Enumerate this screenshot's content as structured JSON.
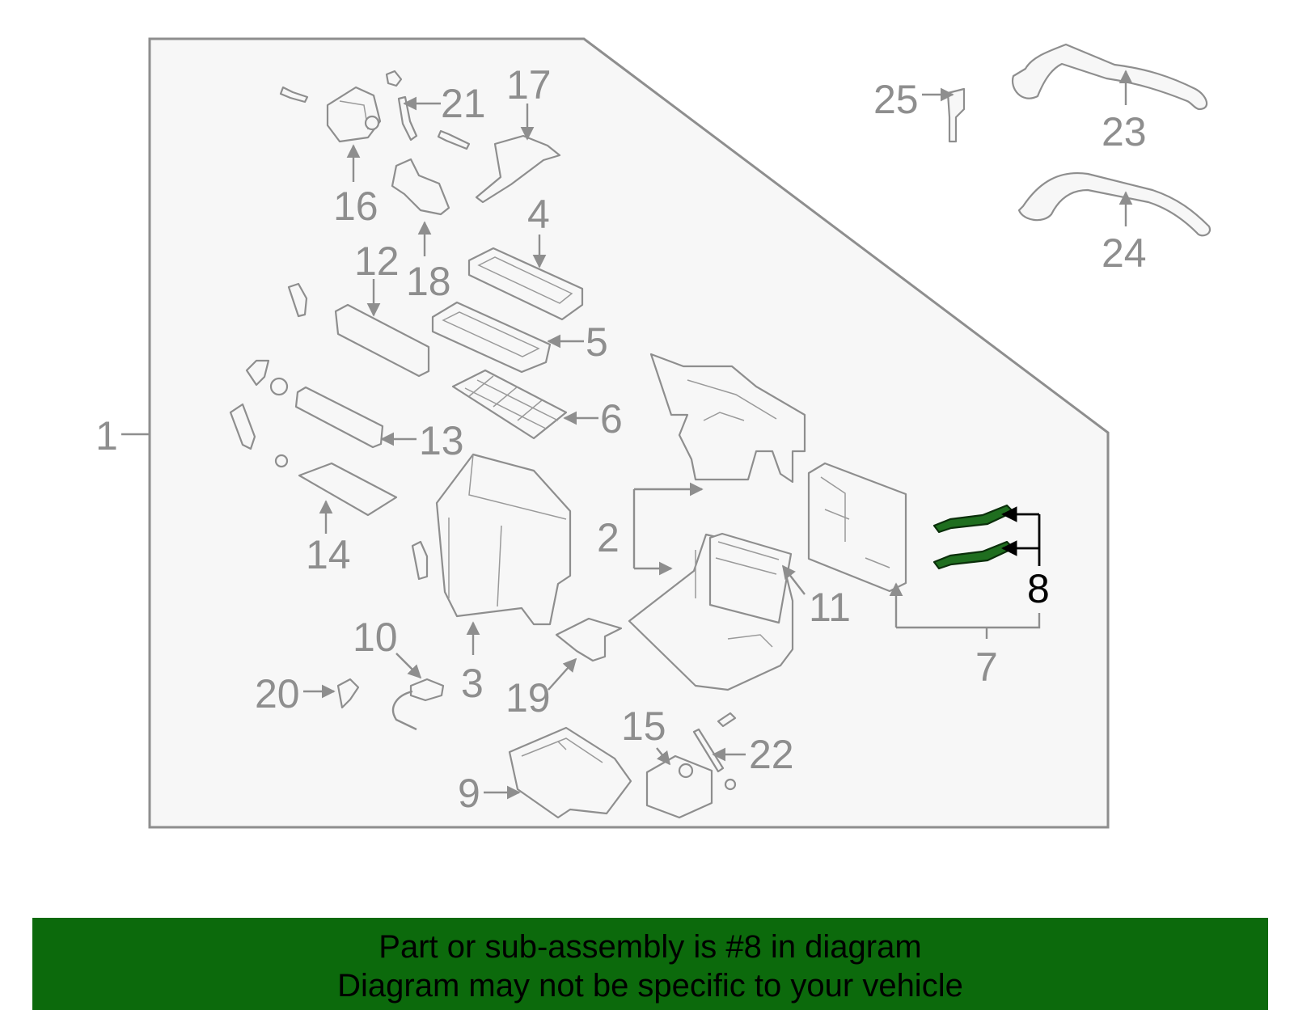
{
  "callouts": {
    "c1": "1",
    "c2": "2",
    "c3": "3",
    "c4": "4",
    "c5": "5",
    "c6": "6",
    "c7": "7",
    "c8": "8",
    "c9": "9",
    "c10": "10",
    "c11": "11",
    "c12": "12",
    "c13": "13",
    "c14": "14",
    "c15": "15",
    "c16": "16",
    "c17": "17",
    "c18": "18",
    "c19": "19",
    "c20": "20",
    "c21": "21",
    "c22": "22",
    "c23": "23",
    "c24": "24",
    "c25": "25"
  },
  "highlighted_part": "8",
  "banner": {
    "line1": "Part or sub-assembly is #8 in diagram",
    "line2": "Diagram may not be specific to your vehicle"
  },
  "colors": {
    "banner_bg": "#0c6a0c",
    "highlight": "#1f6e1f",
    "line": "#8e8e8e"
  }
}
